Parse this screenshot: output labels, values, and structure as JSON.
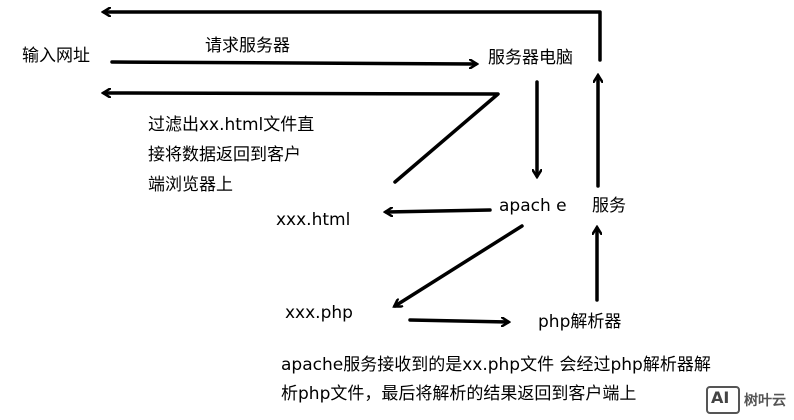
{
  "nodes": {
    "input_url": "输入网址",
    "request_server": "请求服务器",
    "server_pc": "服务器电脑",
    "apache": "apach e",
    "service": "服务",
    "xxx_html": "xxx.html",
    "xxx_php": "xxx.php",
    "php_parser": "php解析器"
  },
  "note_lines": [
    "过滤出xx.html文件直",
    "接将数据返回到客户",
    "端浏览器上"
  ],
  "description_lines": [
    "apache服务接收到的是xx.php文件  会经过php解析器解",
    "析php文件，最后将解析的结果返回到客户端上"
  ],
  "watermark": {
    "logo": "AI",
    "text": "树叶云"
  },
  "colors": {
    "stroke": "#000000",
    "background": "#ffffff"
  }
}
